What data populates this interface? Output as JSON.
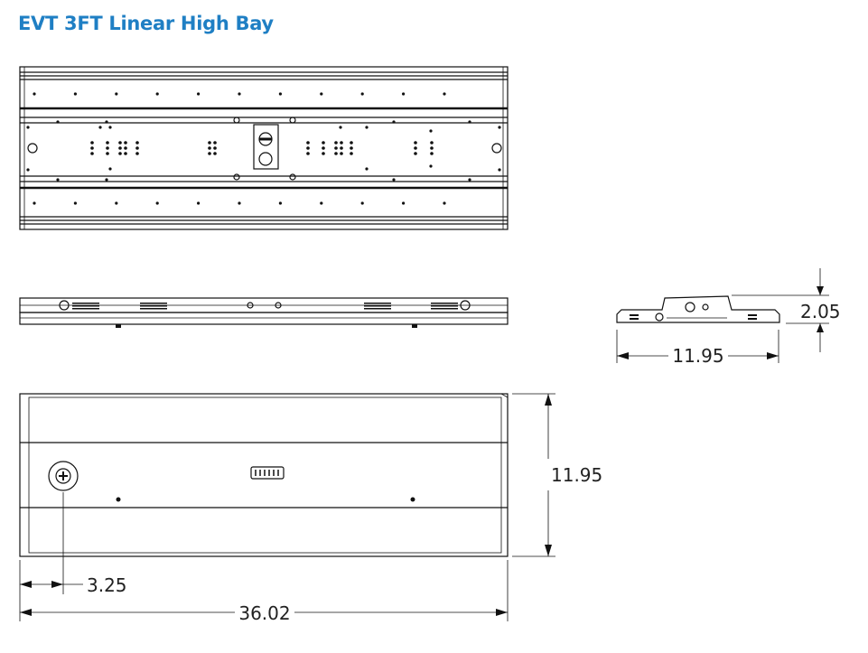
{
  "title": "EVT 3FT Linear High Bay",
  "dimensions": {
    "end_height": "2.05",
    "end_width": "11.95",
    "bottom_width": "11.95",
    "sensor_offset": "3.25",
    "overall_length": "36.02"
  },
  "colors": {
    "title": "#1f7fc4",
    "line": "#111111"
  }
}
